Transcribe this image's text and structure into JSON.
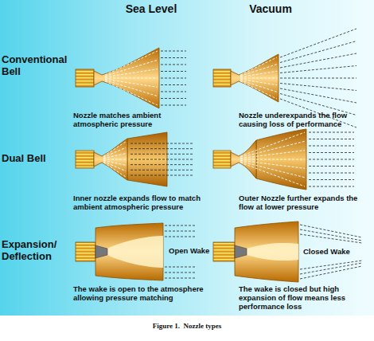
{
  "diagram": {
    "caption": "Figure 1.  Nozzle types",
    "labels": [
      "Sea Level",
      "Vacuum",
      "Conventional Bell",
      "Nozzle matches ambient atmospheric pressure",
      "Nozzle underexpands the flow causing loss of performance",
      "Dual Bell",
      "Inner nozzle expands flow to match ambient atmospheric pressure",
      "Outer Nozzle further expands the flow at lower pressure",
      "Expansion/ Deflection",
      "Open Wake",
      "The wake is open to the atmosphere allowing pressure matching",
      "Closed Wake",
      "The wake is closed but high expansion of flow means less performance loss"
    ]
  }
}
